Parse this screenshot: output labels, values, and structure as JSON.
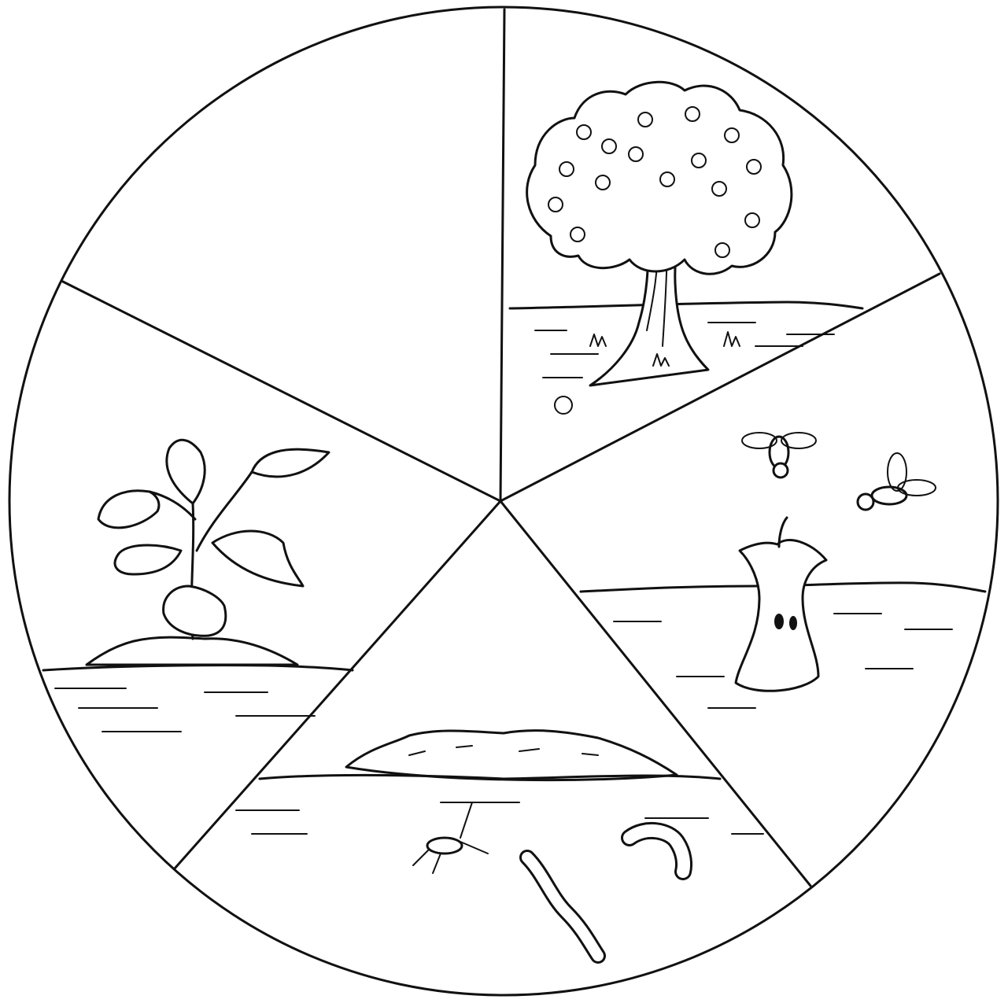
{
  "diagram": {
    "kind": "cycle-wheel",
    "segment_count": 5,
    "colors": {
      "ink": "#111111",
      "paper": "#ffffff"
    },
    "segments": [
      {
        "id": "empty",
        "icon": "blank-panel"
      },
      {
        "id": "tree",
        "icon": "apple-tree-icon"
      },
      {
        "id": "apple-core",
        "icon": "apple-core-with-flies-icon"
      },
      {
        "id": "decomposition",
        "icon": "soil-and-decomposers-icon"
      },
      {
        "id": "seedling",
        "icon": "seedling-icon"
      }
    ]
  }
}
